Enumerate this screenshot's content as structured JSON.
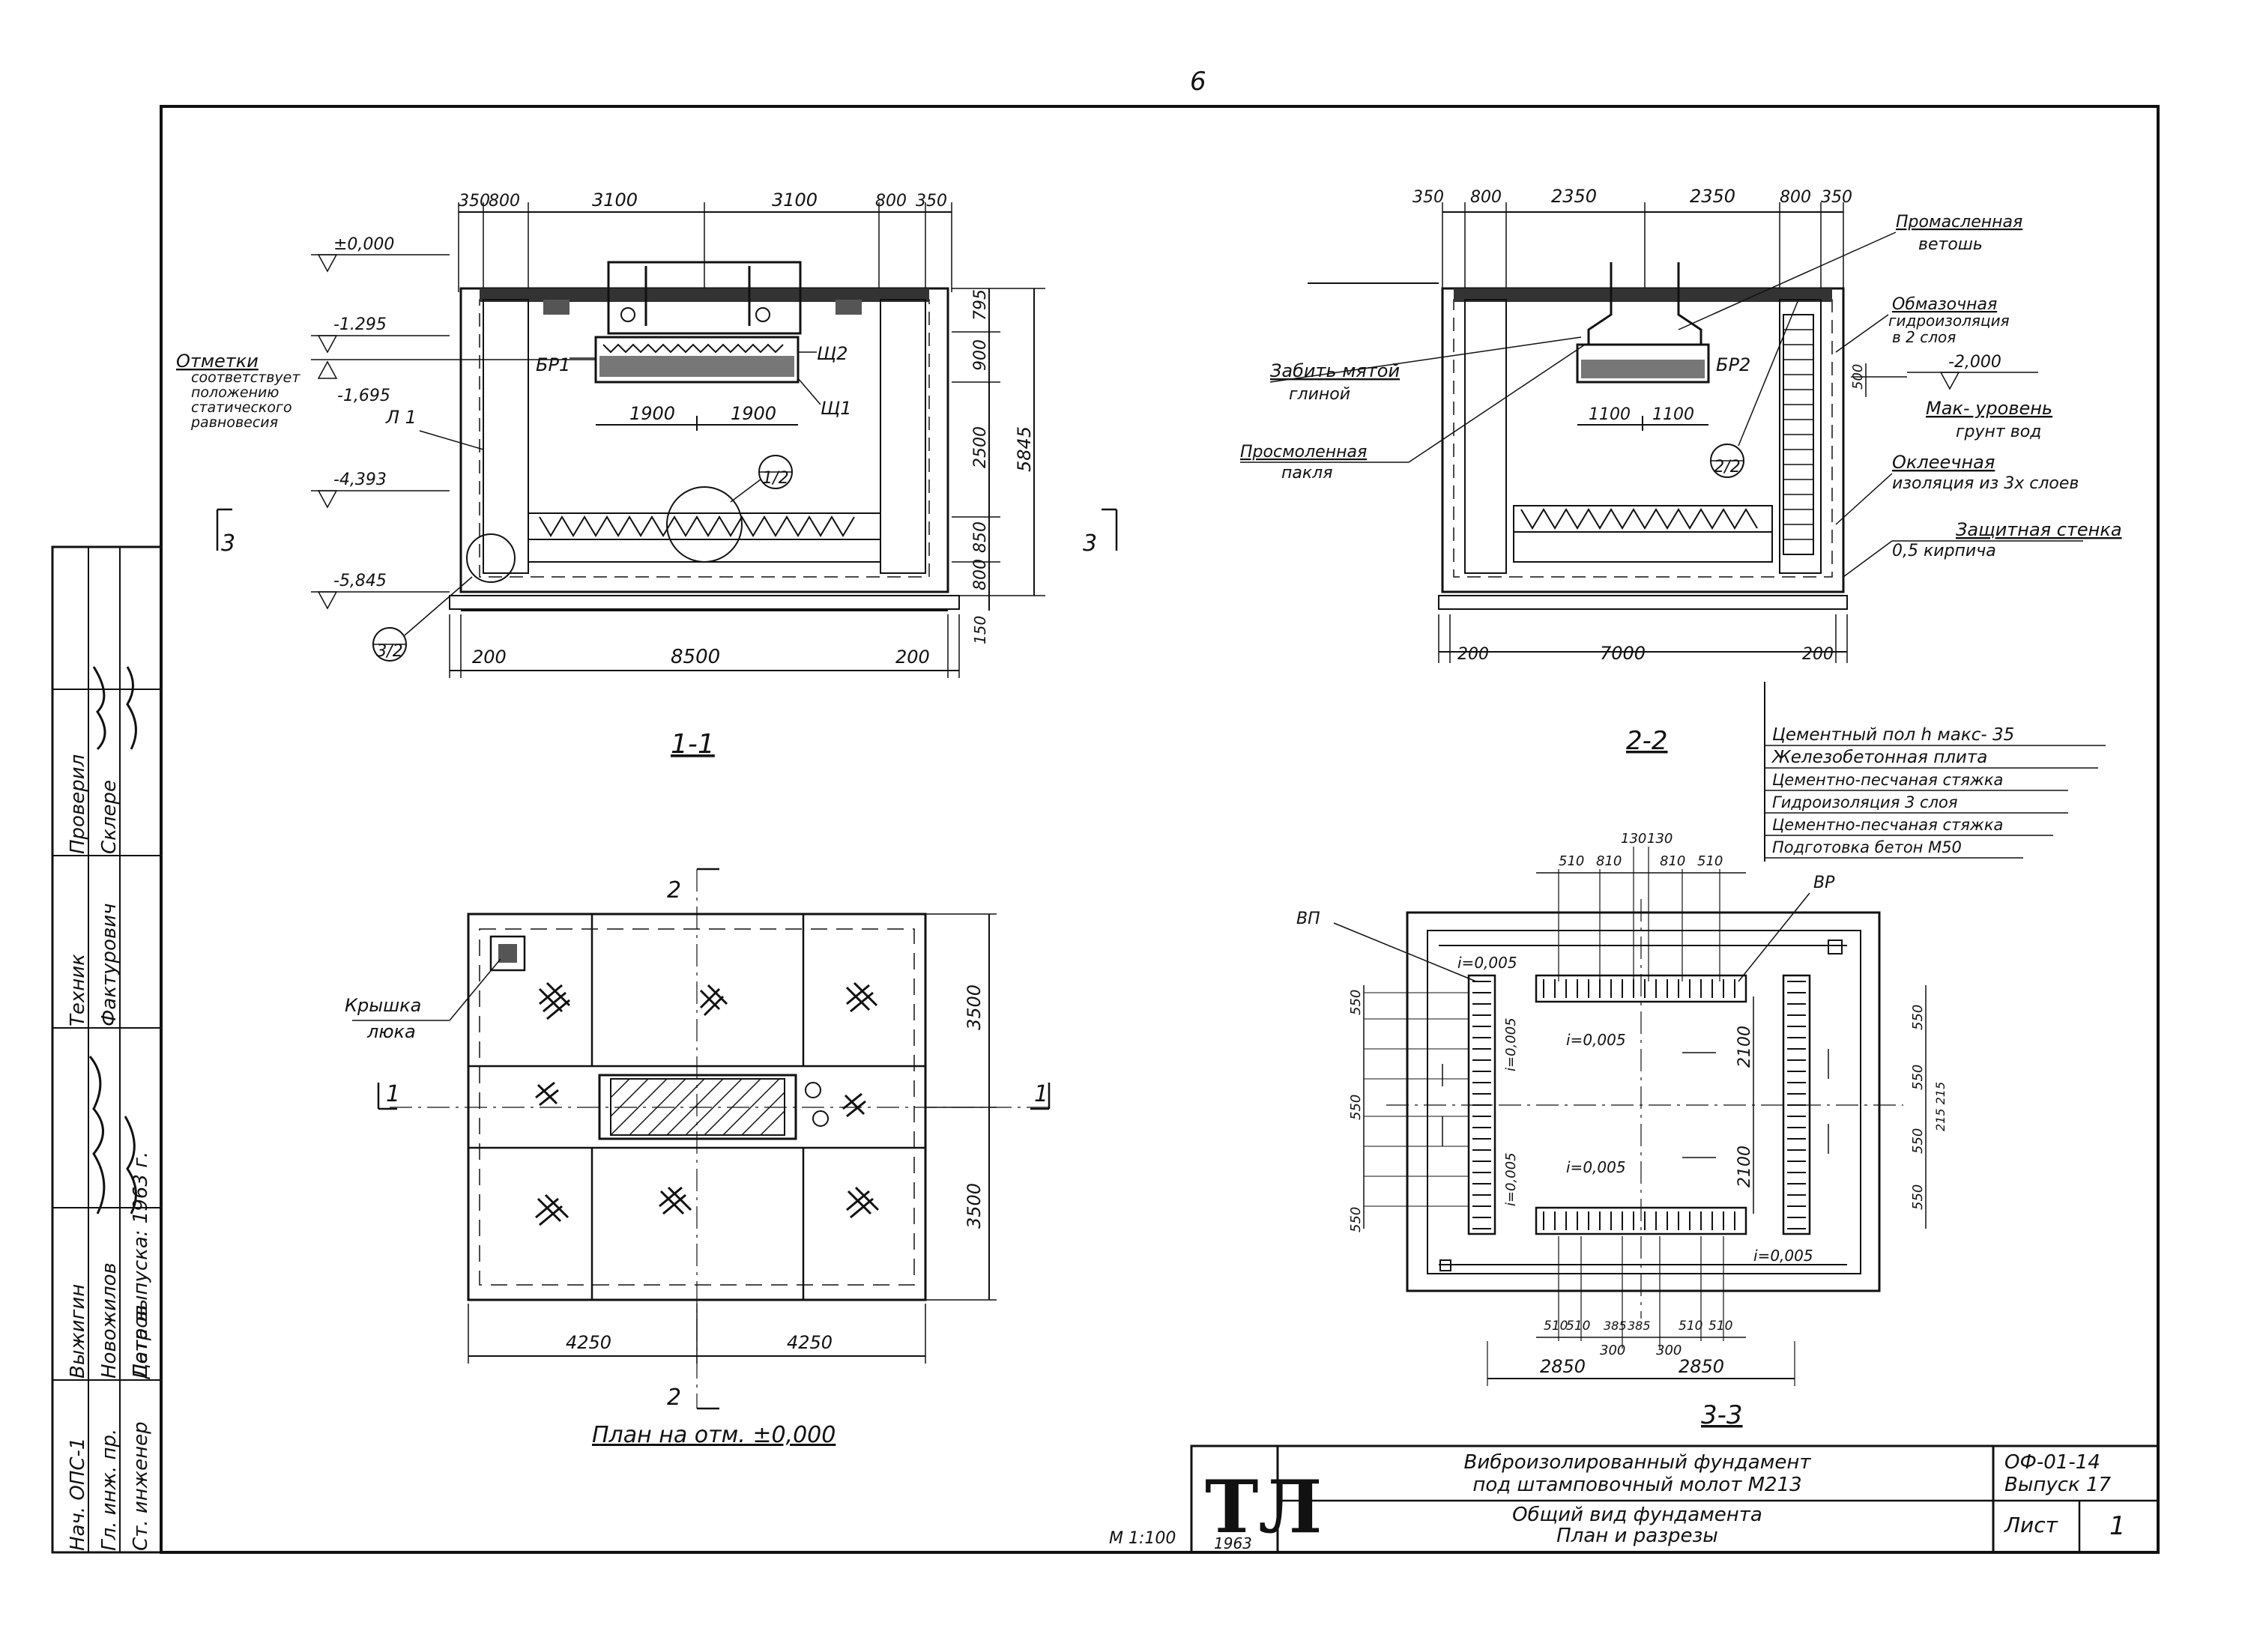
{
  "page_number": "6",
  "stamp": {
    "rows": [
      {
        "role": "Нач. ОПС-1",
        "name": "Выжигин"
      },
      {
        "role": "Гл. инж. пр.",
        "name": "Новожилов"
      },
      {
        "role": "Ст. инженер",
        "name": "Петров"
      },
      {
        "role": "Техник",
        "name": "Фактурович"
      },
      {
        "role": "Проверил",
        "name": "Склере"
      }
    ],
    "date_label": "Дата выпуска: 1963 г."
  },
  "section_1_1": {
    "title": "1-1",
    "top_dims": [
      "350",
      "800",
      "3100",
      "3100",
      "800",
      "350"
    ],
    "bottom_dims": [
      "200",
      "8500",
      "200"
    ],
    "inner_dims": [
      "1900",
      "1900"
    ],
    "right_dims": [
      "795",
      "900",
      "2500",
      "850",
      "800",
      "150"
    ],
    "total_height": "5845",
    "levels": [
      "±0,000",
      "-1.295",
      "-1,695",
      "-4,393",
      "-5,845"
    ],
    "marks_note": [
      "Отметки",
      "соответствует",
      "положению",
      "статического",
      "равновесия"
    ],
    "labels": [
      "БР1",
      "Щ2",
      "Щ1",
      "Л 1"
    ],
    "detail_ref": "1/2",
    "detail_ref2": "3/2",
    "cut": "3"
  },
  "section_2_2": {
    "title": "2-2",
    "top_dims": [
      "350",
      "800",
      "2350",
      "2350",
      "800",
      "350"
    ],
    "bottom_dims": [
      "200",
      "7000",
      "200"
    ],
    "inner_dims": [
      "1100",
      "1100"
    ],
    "right_dim": "500",
    "level": "-2,000",
    "labels": [
      "БР2"
    ],
    "detail_ref": "2/2",
    "callouts": {
      "oiled_rag": [
        "Промасленная",
        "ветошь"
      ],
      "coating": [
        "Обмазочная",
        "гидроизоляция",
        "в 2 слоя"
      ],
      "clay": [
        "Забить мятой",
        "глиной"
      ],
      "tow": [
        "Просмоленная",
        "пакля"
      ],
      "max_level": [
        "Мак- уровень",
        "грунт вод"
      ],
      "pasted": [
        "Оклеечная",
        "изоляция из 3х слоев"
      ],
      "wall": [
        "Защитная стенка",
        "0,5 кирпича"
      ]
    }
  },
  "floor_layers": [
    "Цементный пол h макс- 35",
    "Железобетонная плита",
    "Цементно-песчаная стяжка",
    "Гидроизоляция 3 слоя",
    "Цементно-песчаная стяжка",
    "Подготовка бетон М50"
  ],
  "plan": {
    "title": "План на отм. ±0,000",
    "hatch_label": [
      "Крышка",
      "люка"
    ],
    "right_dims": [
      "3500",
      "3500"
    ],
    "bottom_dims": [
      "4250",
      "4250"
    ],
    "cuts": [
      "1",
      "1",
      "2",
      "2"
    ]
  },
  "section_3_3": {
    "title": "3-3",
    "top_dims": [
      "510",
      "810",
      "130",
      "130",
      "810",
      "510"
    ],
    "bottom_dims": [
      "510",
      "510",
      "385",
      "385",
      "510",
      "510"
    ],
    "sub_dims": [
      "300",
      "300"
    ],
    "total_dims": [
      "2850",
      "2850"
    ],
    "right_dims": [
      "2100",
      "2100"
    ],
    "side_dims": [
      "550",
      "550",
      "550",
      "550"
    ],
    "right_small": "215 215",
    "slopes": [
      "i=0,005",
      "i=0,005",
      "i=0,005",
      "i=0,005",
      "i=0,005",
      "i=0,005"
    ],
    "labels": [
      "ВП",
      "ВР"
    ]
  },
  "title_block": {
    "logo": "ТЛ",
    "logo_year": "1963",
    "title_line1": "Виброизолированный фундамент",
    "title_line2": "под штамповочный молот М213",
    "sub_line1": "Общий вид фундамента",
    "sub_line2": "План и разрезы",
    "code": "ОФ-01-14",
    "issue": "Выпуск 17",
    "sheet_label": "Лист",
    "sheet_no": "1",
    "scale": "М 1:100"
  }
}
